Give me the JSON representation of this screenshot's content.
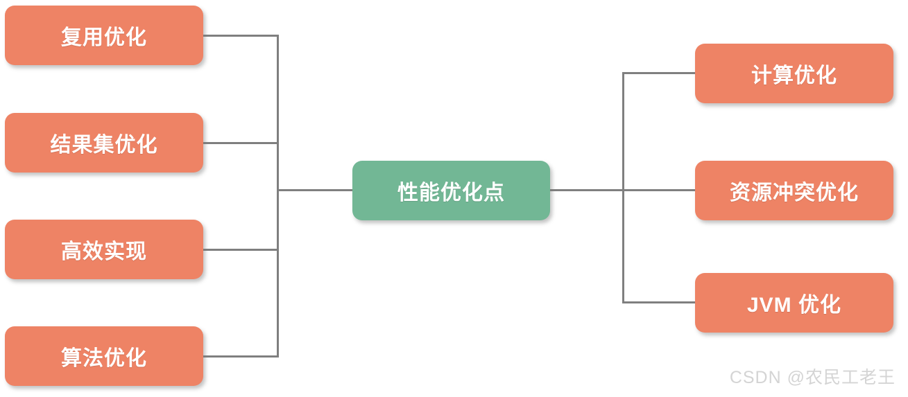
{
  "diagram": {
    "title_node": {
      "label": "性能优化点",
      "color": "#72b795"
    },
    "leaf_color": "#ee8365",
    "line_color": "#7f7f7f",
    "left_branches": [
      {
        "label": "复用优化"
      },
      {
        "label": "结果集优化"
      },
      {
        "label": "高效实现"
      },
      {
        "label": "算法优化"
      }
    ],
    "right_branches": [
      {
        "label": "计算优化"
      },
      {
        "label": "资源冲突优化"
      },
      {
        "label": "JVM 优化"
      }
    ]
  },
  "watermark": {
    "text": "CSDN @农民工老王"
  }
}
